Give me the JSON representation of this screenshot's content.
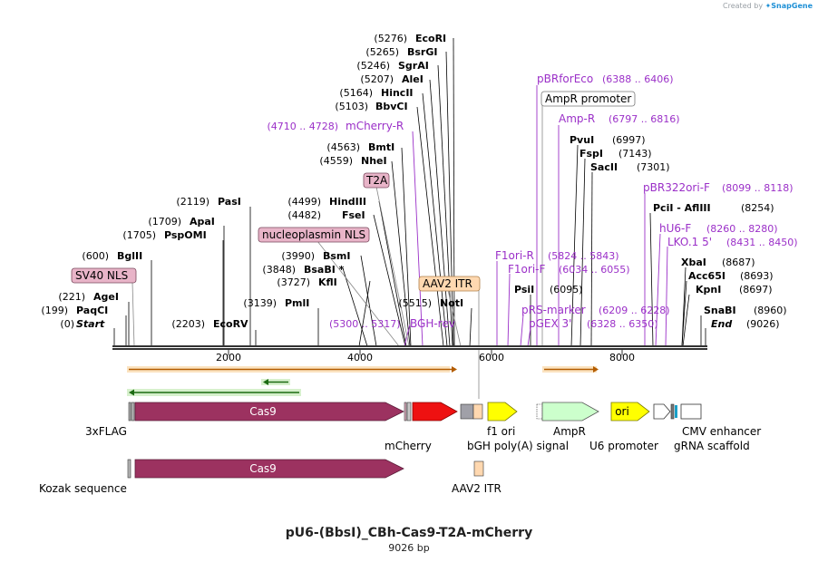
{
  "credit": {
    "prefix": "Created by",
    "brand": "SnapGene"
  },
  "title": "pU6-(BbsI)_CBh-Cas9-T2A-mCherry",
  "subtitle": "9026 bp",
  "sites": [
    {
      "pos": "(0)",
      "name": "Start",
      "italic": true
    },
    {
      "pos": "(199)",
      "name": "PaqCI"
    },
    {
      "pos": "(221)",
      "name": "AgeI"
    },
    {
      "pos": "(600)",
      "name": "BglII"
    },
    {
      "pos": "(1705)",
      "name": "PspOMI"
    },
    {
      "pos": "(1709)",
      "name": "ApaI"
    },
    {
      "pos": "(2119)",
      "name": "PasI"
    },
    {
      "pos": "(2203)",
      "name": "EcoRV"
    },
    {
      "pos": "(3139)",
      "name": "PmlI"
    },
    {
      "pos": "(3727)",
      "name": "KflI"
    },
    {
      "pos": "(3848)",
      "name": "BsaBI *"
    },
    {
      "pos": "(3990)",
      "name": "BsmI"
    },
    {
      "pos": "(4482)",
      "name": "FseI"
    },
    {
      "pos": "(4499)",
      "name": "HindIII"
    },
    {
      "pos": "(4559)",
      "name": "NheI"
    },
    {
      "pos": "(4563)",
      "name": "BmtI"
    },
    {
      "pos": "(5103)",
      "name": "BbvCI"
    },
    {
      "pos": "(5164)",
      "name": "HincII"
    },
    {
      "pos": "(5207)",
      "name": "AleI"
    },
    {
      "pos": "(5246)",
      "name": "SgrAI"
    },
    {
      "pos": "(5265)",
      "name": "BsrGI"
    },
    {
      "pos": "(5276)",
      "name": "EcoRI"
    },
    {
      "pos": "(5515)",
      "name": "NotI"
    },
    {
      "pos": "(6095)",
      "name": "PsiI"
    },
    {
      "pos": "(6997)",
      "name": "PvuI"
    },
    {
      "pos": "(7143)",
      "name": "FspI"
    },
    {
      "pos": "(7301)",
      "name": "SacII"
    },
    {
      "pos": "(8254)",
      "name": "PciI - AflIII"
    },
    {
      "pos": "(8687)",
      "name": "XbaI"
    },
    {
      "pos": "(8693)",
      "name": "Acc65I"
    },
    {
      "pos": "(8697)",
      "name": "KpnI"
    },
    {
      "pos": "(8960)",
      "name": "SnaBI"
    },
    {
      "pos": "(9026)",
      "name": "End",
      "italic": true
    }
  ],
  "primers": [
    {
      "name": "mCherry-R",
      "range": "(4710 .. 4728)"
    },
    {
      "name": "BGH-rev",
      "range": "(5300 .. 5317)"
    },
    {
      "name": "pBRforEco",
      "range": "(6388 .. 6406)"
    },
    {
      "name": "Amp-R",
      "range": "(6797 .. 6816)"
    },
    {
      "name": "pBR322ori-F",
      "range": "(8099 .. 8118)"
    },
    {
      "name": "hU6-F",
      "range": "(8260 .. 8280)"
    },
    {
      "name": "LKO.1 5'",
      "range": "(8431 .. 8450)"
    },
    {
      "name": "F1ori-R",
      "range": "(5824 .. 5843)"
    },
    {
      "name": "F1ori-F",
      "range": "(6034 .. 6055)"
    },
    {
      "name": "pRS-marker",
      "range": "(6209 .. 6228)"
    },
    {
      "name": "pGEX 3'",
      "range": "(6328 .. 6350)"
    }
  ],
  "boxed_labels": [
    "SV40 NLS",
    "nucleoplasmin NLS",
    "T2A",
    "AAV2 ITR",
    "AmpR promoter"
  ],
  "ruler": [
    "2000",
    "4000",
    "6000",
    "8000"
  ],
  "features": {
    "cas9": "Cas9",
    "cas9_copy": "Cas9",
    "ori": "ori",
    "labels": {
      "flag": "3xFLAG",
      "mcherry": "mCherry",
      "f1ori": "f1 ori",
      "bgh": "bGH poly(A) signal",
      "ampr": "AmpR",
      "u6": "U6 promoter",
      "cmv": "CMV enhancer",
      "grna": "gRNA scaffold",
      "kozak": "Kozak sequence",
      "aav2": "AAV2 ITR"
    }
  },
  "colors": {
    "site_text": "#000000",
    "primer": "#9b30c8",
    "cas9": "#9c3260",
    "mcherry": "#ee1111",
    "f1ori": "#ffff00",
    "ampr": "#ccffcc",
    "ori": "#ffff00",
    "aav2_itr": "#ffd8b0",
    "nls_box": "#e8b4c8",
    "translation_orange": "#f0a030",
    "translation_green": "#3fa32b",
    "backbone": "#333333"
  }
}
